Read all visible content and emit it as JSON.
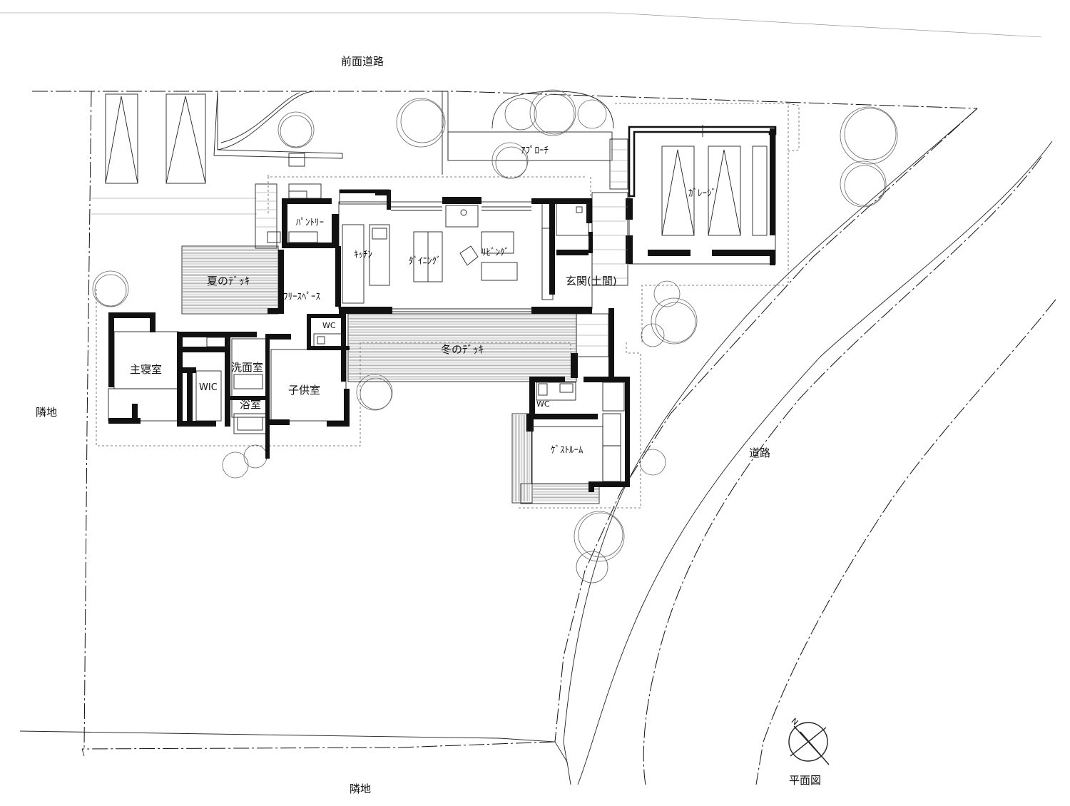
{
  "labels": {
    "front_road": "前面道路",
    "neighbor_west": "隣地",
    "neighbor_south": "隣地",
    "road_east": "道路",
    "plan_title": "平面図",
    "compass_n": "N",
    "approach": "ｱﾌﾟﾛｰﾁ",
    "garage": "ｶﾞﾚｰｼﾞ",
    "pantry": "ﾊﾟﾝﾄﾘｰ",
    "kitchen": "ｷｯﾁﾝ",
    "dining": "ﾀﾞｲﾆﾝｸﾞ",
    "living": "ﾘﾋﾞﾝｸﾞ",
    "entrance": "玄関(土間)",
    "summer_deck": "夏のﾃﾞｯｷ",
    "free_space": "ﾌﾘｰｽﾍﾟｰｽ",
    "wc_main": "WC",
    "winter_deck": "冬のﾃﾞｯｷ",
    "master_bedroom": "主寝室",
    "wic": "WIC",
    "washroom": "洗面室",
    "bathroom": "浴室",
    "kids_room": "子供室",
    "wc_guest": "WC",
    "guest_room": "ｹﾞｽﾄﾙｰﾑ"
  }
}
